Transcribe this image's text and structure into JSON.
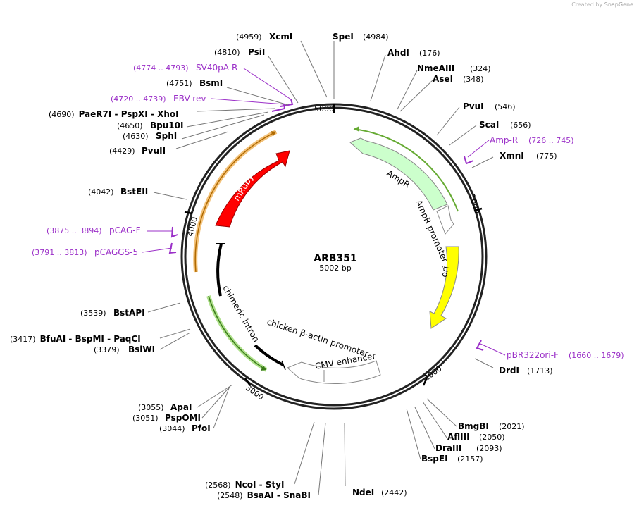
{
  "credit": {
    "prefix": "Created by",
    "brand": "SnapGene"
  },
  "plasmid": {
    "name": "ARB351",
    "size_label": "5002 bp"
  },
  "ticks": [
    "5000",
    "1000",
    "2000",
    "3000",
    "4000"
  ],
  "enzymes": [
    {
      "id": "xcmi",
      "name": "XcmI",
      "pos": "(4959)"
    },
    {
      "id": "psii",
      "name": "PsiI",
      "pos": "(4810)"
    },
    {
      "id": "bsmi",
      "name": "BsmI",
      "pos": "(4751)"
    },
    {
      "id": "pae",
      "name": "PaeR7I",
      "sep1": " - ",
      "name2": "PspXI",
      "sep2": " - ",
      "name3": "XhoI",
      "pos": "(4690)"
    },
    {
      "id": "bpu",
      "name": "Bpu10I",
      "pos": "(4650)"
    },
    {
      "id": "sphi",
      "name": "SphI",
      "pos": "(4630)"
    },
    {
      "id": "pvuii",
      "name": "PvuII",
      "pos": "(4429)"
    },
    {
      "id": "bsteii",
      "name": "BstEII",
      "pos": "(4042)"
    },
    {
      "id": "bstapi",
      "name": "BstAPI",
      "pos": "(3539)"
    },
    {
      "id": "bfuai",
      "name": "BfuAI",
      "sep1": " - ",
      "name2": "BspMI",
      "sep2": " - ",
      "name3": "PaqCI",
      "pos": "(3417)"
    },
    {
      "id": "bsiwi",
      "name": "BsiWI",
      "pos": "(3379)"
    },
    {
      "id": "apai",
      "name": "ApaI",
      "pos": "(3055)"
    },
    {
      "id": "pspomi",
      "name": "PspOMI",
      "pos": "(3051)"
    },
    {
      "id": "pfoi",
      "name": "PfoI",
      "pos": "(3044)"
    },
    {
      "id": "ncoi",
      "name": "NcoI",
      "sep1": " - ",
      "name2": "StyI",
      "pos": "(2568)"
    },
    {
      "id": "bsaai",
      "name": "BsaAI",
      "sep1": " - ",
      "name2": "SnaBI",
      "pos": "(2548)"
    },
    {
      "id": "ndei",
      "name": "NdeI",
      "pos": "(2442)"
    },
    {
      "id": "bspei",
      "name": "BspEI",
      "pos": "(2157)"
    },
    {
      "id": "draiii",
      "name": "DraIII",
      "pos": "(2093)"
    },
    {
      "id": "afliii",
      "name": "AflIII",
      "pos": "(2050)"
    },
    {
      "id": "bmgbi",
      "name": "BmgBI",
      "pos": "(2021)"
    },
    {
      "id": "drdi",
      "name": "DrdI",
      "pos": "(1713)"
    },
    {
      "id": "xmni",
      "name": "XmnI",
      "pos": "(775)"
    },
    {
      "id": "scai",
      "name": "ScaI",
      "pos": "(656)"
    },
    {
      "id": "pvui",
      "name": "PvuI",
      "pos": "(546)"
    },
    {
      "id": "asei",
      "name": "AseI",
      "pos": "(348)"
    },
    {
      "id": "nmeaiii",
      "name": "NmeAIII",
      "pos": "(324)"
    },
    {
      "id": "ahdi",
      "name": "AhdI",
      "pos": "(176)"
    },
    {
      "id": "spei",
      "name": "SpeI",
      "pos": "(4984)"
    }
  ],
  "primers": [
    {
      "id": "sv40pa",
      "name": "SV40pA-R",
      "range": "(4774 .. 4793)"
    },
    {
      "id": "ebv",
      "name": "EBV-rev",
      "range": "(4720 .. 4739)"
    },
    {
      "id": "pcagf",
      "name": "pCAG-F",
      "range": "(3875 .. 3894)"
    },
    {
      "id": "pcaggs",
      "name": "pCAGGS-5",
      "range": "(3791 .. 3813)"
    },
    {
      "id": "ampr",
      "name": "Amp-R",
      "range": "(726 .. 745)"
    },
    {
      "id": "pbr",
      "name": "pBR322ori-F",
      "range": "(1660 .. 1679)"
    }
  ],
  "features": [
    {
      "id": "mruby2",
      "label": "mRuby2",
      "color": "#ff0000"
    },
    {
      "id": "ampr",
      "label": "AmpR",
      "color": "#ccffcc"
    },
    {
      "id": "amprprom",
      "label": "AmpR promoter",
      "color": "#ffffff"
    },
    {
      "id": "ori",
      "label": "ori",
      "color": "#ffff00"
    },
    {
      "id": "intron",
      "label": "chimeric intron",
      "color": "#000000"
    },
    {
      "id": "cba",
      "label": "chicken β-actin promoter",
      "color": "#000000"
    },
    {
      "id": "cmv",
      "label": "CMV enhancer",
      "color": "#ffffff"
    }
  ]
}
